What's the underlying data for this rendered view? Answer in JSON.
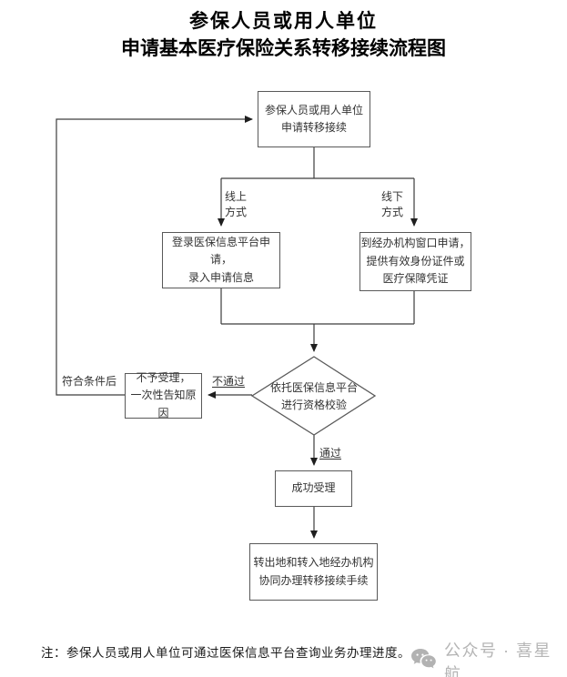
{
  "title": {
    "line1": "参保人员或用人单位",
    "line2": "申请基本医疗保险关系转移接续流程图"
  },
  "flowchart": {
    "start_box": "参保人员或用人单位\n申请转移接续",
    "online_label": "线上\n方式",
    "offline_label": "线下\n方式",
    "online_box": "登录医保信息平台申请，\n录入申请信息",
    "offline_box": "到经办机构窗口申请，\n提供有效身份证件或\n医疗保障凭证",
    "decision_box": "依托医保信息平台\n进行资格校验",
    "fail_label": "不通过",
    "pass_label": "通过",
    "requalify_label": "符合条件后",
    "reject_box": "不予受理，\n一次性告知原因",
    "success_box": "成功受理",
    "final_box": "转出地和转入地经办机构\n协同办理转移接续手续"
  },
  "note": "注：参保人员或用人单位可通过医保信息平台查询业务办理进度。",
  "watermark": {
    "icon": "wechat-icon",
    "text": "公众号 · 喜星航"
  },
  "colors": {
    "line": "#3d3d3d",
    "box_border": "#595959",
    "text": "#333333",
    "watermark_gray": "#b5b5b5"
  }
}
